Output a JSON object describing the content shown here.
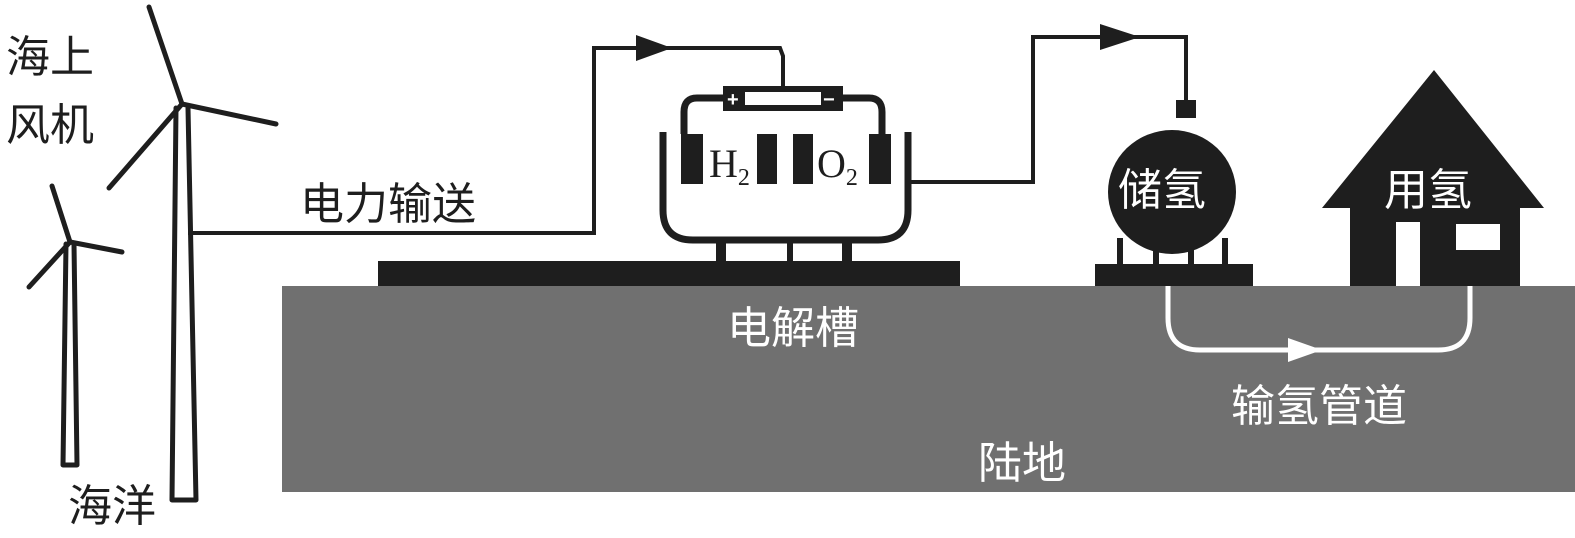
{
  "labels": {
    "offshore_wind_line1": "海上",
    "offshore_wind_line2": "风机",
    "ocean": "海洋",
    "power_transmission": "电力输送",
    "electrolyzer": "电解槽",
    "storage": "储氢",
    "usage": "用氢",
    "pipeline": "输氢管道",
    "land": "陆地"
  },
  "electrolyzer": {
    "anode_sign": "+",
    "cathode_sign": "−",
    "left_gas": "H",
    "left_gas_subscript": "2",
    "right_gas": "O",
    "right_gas_subscript": "2"
  },
  "colors": {
    "ink": "#1e1e1e",
    "land": "#707070",
    "pipe": "#ffffff",
    "background": "#ffffff"
  },
  "icons": {
    "turbine": "wind-turbine-icon",
    "tank": "hydrogen-tank-icon",
    "house": "house-icon"
  }
}
